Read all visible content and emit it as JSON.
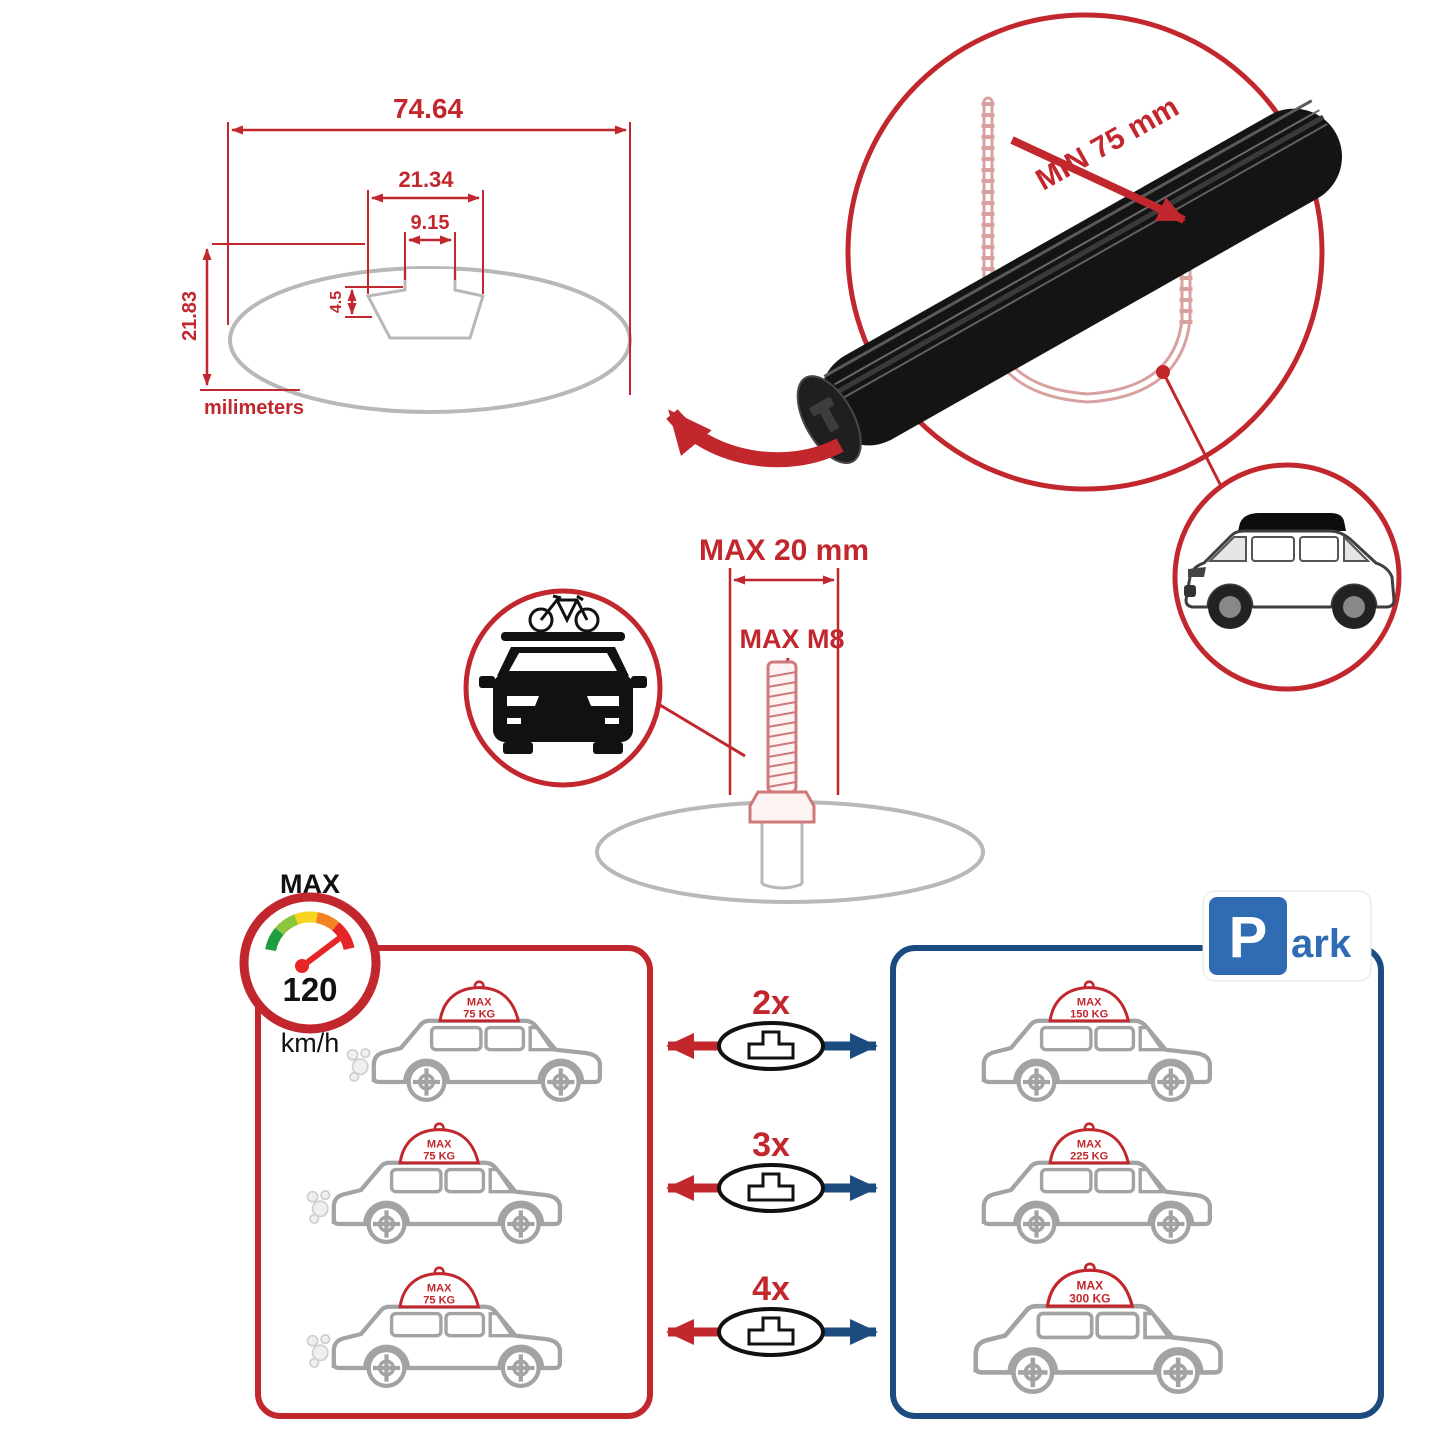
{
  "colors": {
    "red": "#c1272d",
    "blue": "#1c4b80",
    "park_blue": "#2f6cb3",
    "gray_outline": "#b8b8b8",
    "bar_black": "#141414"
  },
  "dimension_diagram": {
    "total_width": "74.64",
    "channel_width": "21.34",
    "slot_width": "9.15",
    "lip_depth": "4.5",
    "total_height": "21.83",
    "units": "milimeters"
  },
  "crossbar_detail": {
    "min_clamp": "MIN 75 mm"
  },
  "bolt_detail": {
    "max_length": "MAX 20 mm",
    "max_thread": "MAX M8"
  },
  "speed_limit": {
    "title": "MAX",
    "value": "120",
    "unit": "km/h"
  },
  "driving_box": {
    "cars": [
      {
        "load_line1": "MAX",
        "load_line2": "75 KG"
      },
      {
        "load_line1": "MAX",
        "load_line2": "75 KG"
      },
      {
        "load_line1": "MAX",
        "load_line2": "75 KG"
      }
    ]
  },
  "bar_counts": [
    {
      "label": "2x"
    },
    {
      "label": "3x"
    },
    {
      "label": "4x"
    }
  ],
  "parked_box": {
    "cars": [
      {
        "load_line1": "MAX",
        "load_line2": "150 KG"
      },
      {
        "load_line1": "MAX",
        "load_line2": "225 KG"
      },
      {
        "load_line1": "MAX",
        "load_line2": "300 KG"
      }
    ],
    "park_sign": {
      "letter": "P",
      "rest": "ark"
    }
  }
}
